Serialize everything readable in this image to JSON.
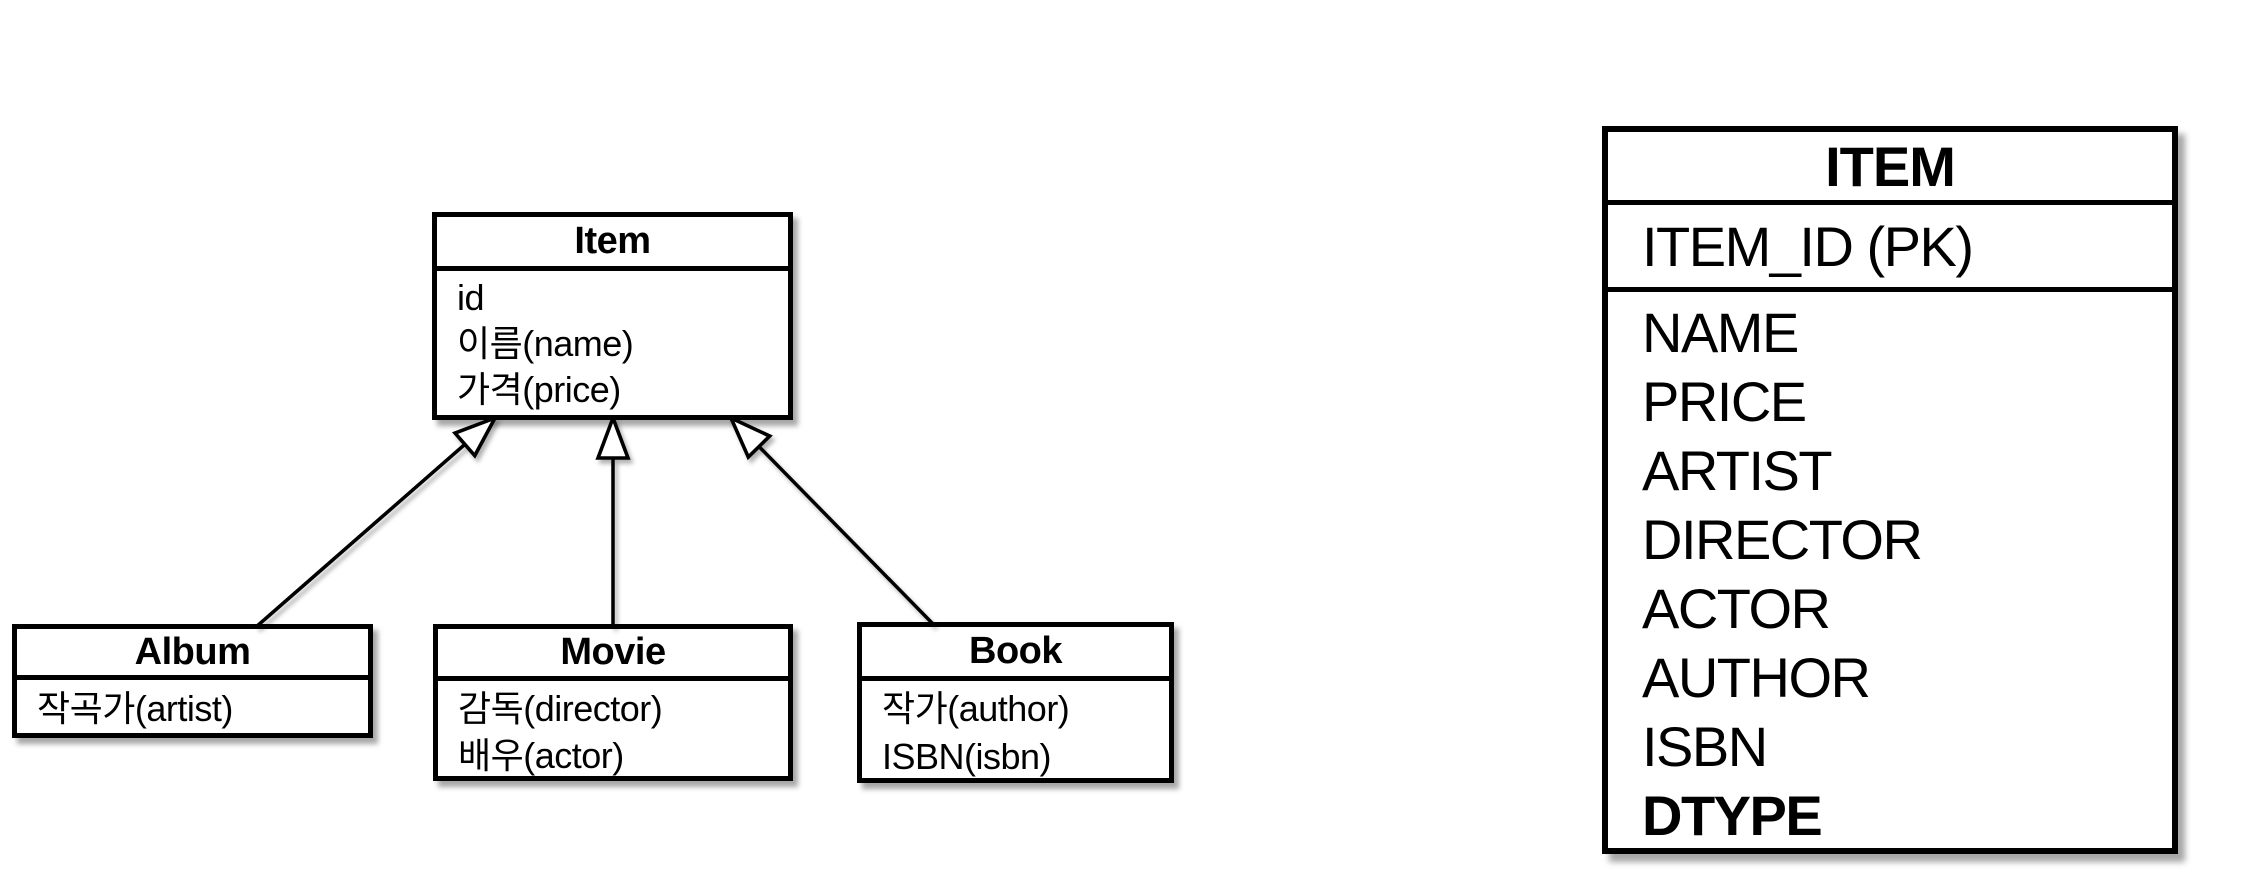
{
  "uml": {
    "classes": [
      {
        "name": "Item",
        "attributes": [
          "id",
          "이름(name)",
          "가격(price)"
        ]
      },
      {
        "name": "Album",
        "attributes": [
          "작곡가(artist)"
        ]
      },
      {
        "name": "Movie",
        "attributes": [
          "감독(director)",
          "배우(actor)"
        ]
      },
      {
        "name": "Book",
        "attributes": [
          "작가(author)",
          "ISBN(isbn)"
        ]
      }
    ],
    "relations": [
      {
        "from": "Album",
        "to": "Item",
        "type": "inheritance"
      },
      {
        "from": "Movie",
        "to": "Item",
        "type": "inheritance"
      },
      {
        "from": "Book",
        "to": "Item",
        "type": "inheritance"
      }
    ]
  },
  "table": {
    "title": "ITEM",
    "pk_row": "ITEM_ID (PK)",
    "columns": [
      "NAME",
      "PRICE",
      "ARTIST",
      "DIRECTOR",
      "ACTOR",
      "AUTHOR",
      "ISBN",
      "DTYPE"
    ],
    "bold_column": "DTYPE"
  },
  "colors": {
    "line": "#000000",
    "background": "#ffffff",
    "text": "#000000"
  }
}
